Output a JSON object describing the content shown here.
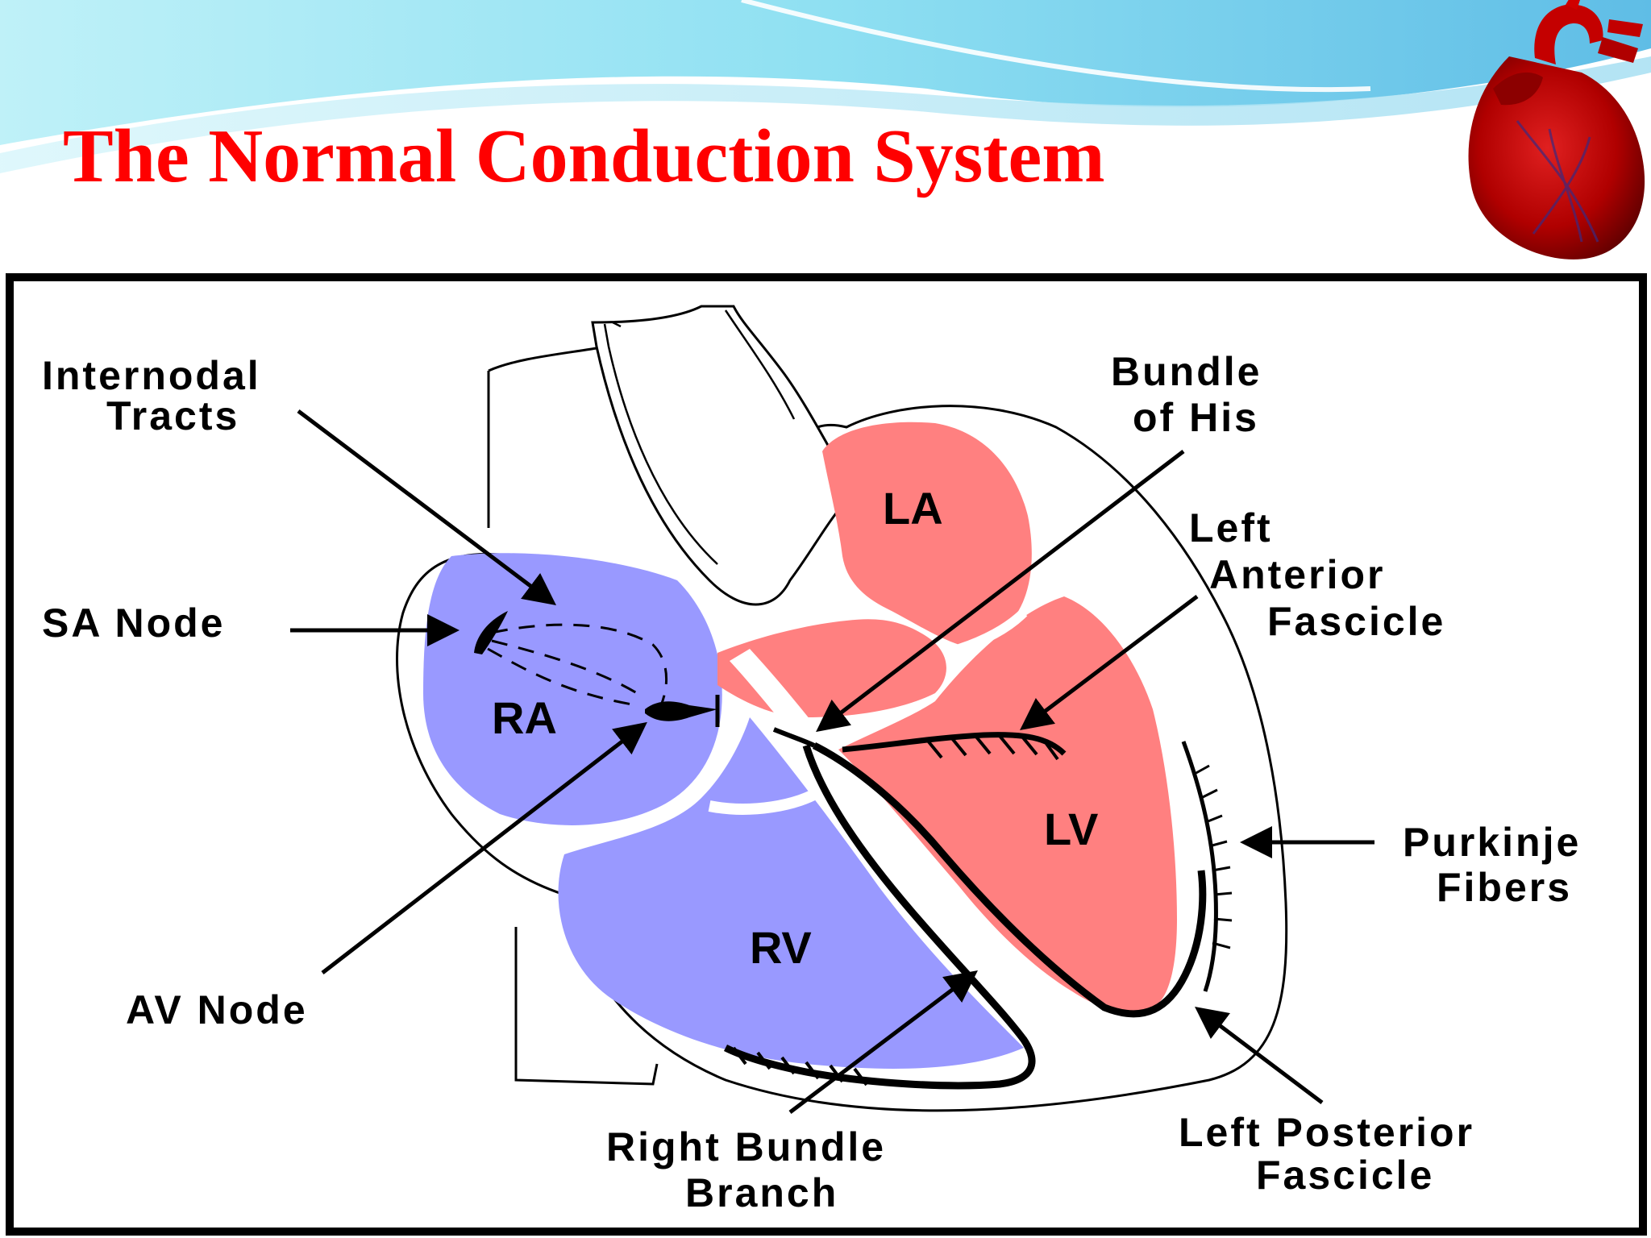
{
  "title": "The Normal Conduction System",
  "colors": {
    "title": "#ff0000",
    "right_heart": "#9999ff",
    "left_heart": "#ff8080",
    "header_wave": "#8fd8ee"
  },
  "icons": {
    "logo": "anatomical-heart-icon"
  },
  "chambers": {
    "ra": "RA",
    "la": "LA",
    "rv": "RV",
    "lv": "LV"
  },
  "labels": {
    "internodal": [
      "Internodal",
      "Tracts"
    ],
    "sa_node": "SA Node",
    "av_node": "AV Node",
    "bundle_his": [
      "Bundle",
      "of His"
    ],
    "left_anterior": [
      "Left",
      "Anterior",
      "Fascicle"
    ],
    "purkinje": [
      "Purkinje",
      "Fibers"
    ],
    "right_bundle": [
      "Right Bundle",
      "Branch"
    ],
    "left_posterior": [
      "Left Posterior",
      "Fascicle"
    ]
  }
}
